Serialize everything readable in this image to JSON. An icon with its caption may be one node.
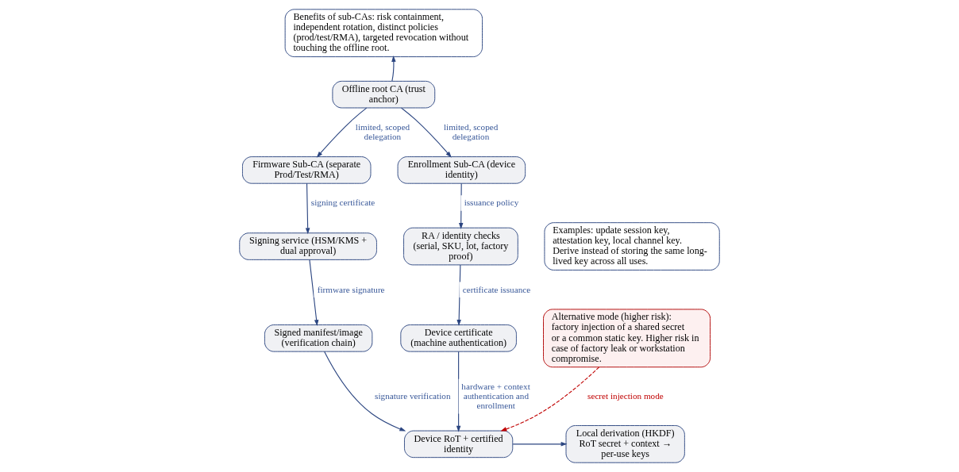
{
  "diagram": {
    "nodes": [
      {
        "text": [
          "Benefits of sub-CAs: risk containment, independent rotation, distinct policies (prod/test/RMA), targeted revocation without touching the offline root."
        ]
      },
      {
        "text": [
          "Offline root CA (trust anchor)"
        ]
      },
      {
        "text": [
          "Firmware Sub-CA (separate Prod/Test/RMA)"
        ]
      },
      {
        "text": [
          "Enrollment Sub-CA (device identity)"
        ]
      },
      {
        "text": [
          "Signing service (HSM/KMS + dual approval)"
        ]
      },
      {
        "text": [
          "RA / identity checks (serial, SKU, lot, factory proof)"
        ]
      },
      {
        "text": [
          "Examples: update session key, attestation key, local channel key. Derive instead of storing the same long-lived key across all uses."
        ]
      },
      {
        "text": [
          "Alternative mode (higher risk): factory injection of a shared secret or a common static key. Higher risk in case of factory leak or workstation compromise."
        ]
      },
      {
        "text": [
          "Signed manifest/image (verification chain)"
        ]
      },
      {
        "text": [
          "Device certificate (machine authentication)"
        ]
      },
      {
        "text": [
          "Local derivation (HKDF) RoT secret + context → per-use keys"
        ]
      },
      {
        "text": [
          "Device RoT + certified identity"
        ]
      }
    ],
    "edges": [
      {
        "from": 1,
        "to": 0,
        "arrow": "to"
      },
      {
        "from": 1,
        "to": 2,
        "arrow": "to",
        "label": "limited, scoped delegation"
      },
      {
        "from": 1,
        "to": 3,
        "arrow": "to",
        "label": "limited, scoped delegation"
      },
      {
        "from": 2,
        "to": 4,
        "arrow": "to",
        "label": "signing certificate"
      },
      {
        "from": 3,
        "to": 5,
        "arrow": "to",
        "label": "issuance policy"
      },
      {
        "from": 4,
        "to": 8,
        "arrow": "to",
        "label": "firmware signature"
      },
      {
        "from": 5,
        "to": 9,
        "arrow": "to",
        "label": "certificate issuance"
      },
      {
        "from": 8,
        "to": 11,
        "arrow": "to",
        "label": "signature verification"
      },
      {
        "from": 9,
        "to": 11,
        "arrow": "to",
        "label": "hardware + context authentication and enrollment"
      },
      {
        "from": 7,
        "to": 11,
        "arrow": "to",
        "label": "secret injection mode",
        "style": "dashed",
        "color": "#c00000"
      },
      {
        "from": 11,
        "to": 10,
        "arrow": "to"
      }
    ]
  }
}
